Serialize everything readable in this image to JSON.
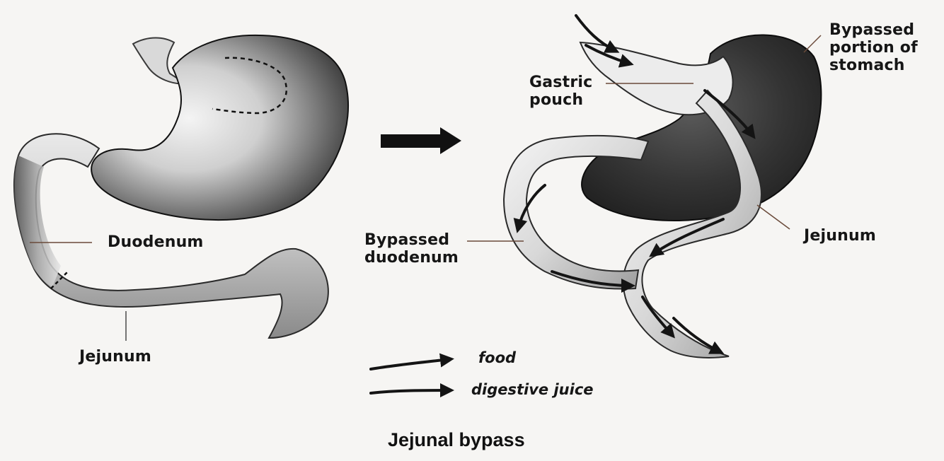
{
  "before": {
    "duodenum_label": "Duodenum",
    "jejunum_label": "Jejunum"
  },
  "after": {
    "bypassed_stomach_label": [
      "Bypassed",
      "portion of",
      "stomach"
    ],
    "gastric_pouch_label": [
      "Gastric",
      "pouch"
    ],
    "bypassed_duodenum_label": [
      "Bypassed",
      "duodenum"
    ],
    "jejunum_label": "Jejunum"
  },
  "legend": {
    "food": "food",
    "digestive_juice": "digestive juice"
  },
  "caption": "Jejunal bypass",
  "colors": {
    "background": "#f6f5f3",
    "organ_dark": "#1e1e1e",
    "organ_light": "#efefef",
    "intestine": "#c9c9c9",
    "arrow": "#141414",
    "label_text": "#161616"
  }
}
